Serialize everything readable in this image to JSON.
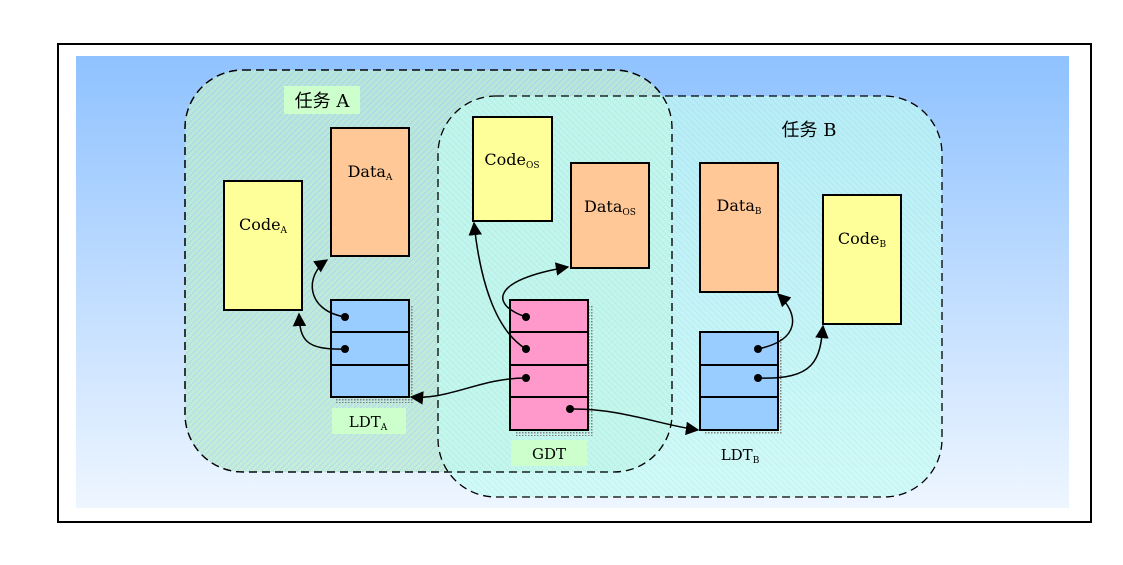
{
  "task_a": {
    "label": "任务 A"
  },
  "task_b": {
    "label": "任务 B"
  },
  "blocks": {
    "code_a": {
      "label": "Code",
      "sub": "A"
    },
    "data_a": {
      "label": "Data",
      "sub": "A"
    },
    "code_os": {
      "label": "Code",
      "sub": "OS"
    },
    "data_os": {
      "label": "Data",
      "sub": "OS"
    },
    "data_b": {
      "label": "Data",
      "sub": "B"
    },
    "code_b": {
      "label": "Code",
      "sub": "B"
    }
  },
  "tables": {
    "ldt_a": {
      "label": "LDT",
      "sub": "A"
    },
    "gdt": {
      "label": "GDT",
      "sub": ""
    },
    "ldt_b": {
      "label": "LDT",
      "sub": "B"
    }
  },
  "colors": {
    "background_top": "#8fc2ff",
    "background_bottom": "#eef6ff",
    "task_a_fill": "#bfecd0",
    "task_b_fill": "#c5fdf3",
    "code_fill": "#ffff99",
    "data_fill": "#ffc896",
    "ldt_fill": "#99ccff",
    "gdt_fill": "#ff99cc",
    "label_fill": "#ccffcc"
  }
}
